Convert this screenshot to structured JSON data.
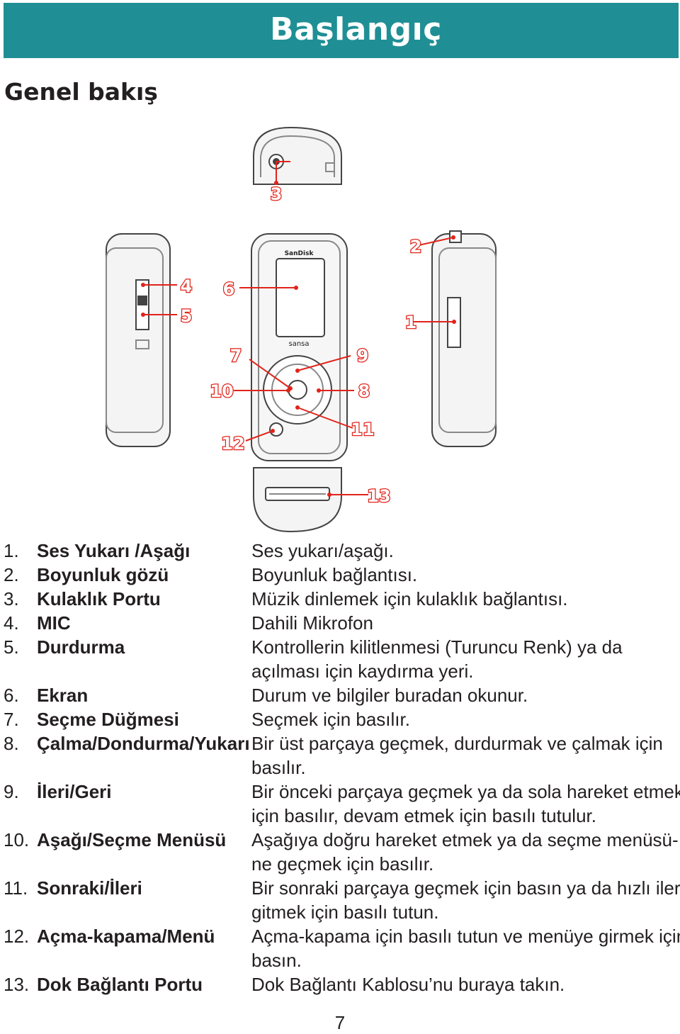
{
  "header": {
    "title": "Başlangıç"
  },
  "section": {
    "title": "Genel bakış"
  },
  "figure": {
    "brand_label": "SanDisk",
    "logo_label": "sansa",
    "callouts": [
      "1",
      "2",
      "3",
      "4",
      "5",
      "6",
      "7",
      "8",
      "9",
      "10",
      "11",
      "12",
      "13"
    ],
    "callout_color": "#e2231a"
  },
  "parts": [
    {
      "number": "1.",
      "name": "Ses Yukarı /Aşağı",
      "lines": [
        "Ses yukarı/aşağı."
      ]
    },
    {
      "number": "2.",
      "name": "Boyunluk gözü",
      "lines": [
        "Boyunluk bağlantısı."
      ]
    },
    {
      "number": "3.",
      "name": "Kulaklık Portu",
      "lines": [
        "Müzik dinlemek için kulaklık bağlantısı."
      ]
    },
    {
      "number": "4.",
      "name": "MIC",
      "lines": [
        "Dahili Mikrofon"
      ]
    },
    {
      "number": "5.",
      "name": "Durdurma",
      "lines": [
        "Kontrollerin kilitlenmesi (Turuncu Renk) ya da",
        "açılması için kaydırma yeri."
      ]
    },
    {
      "number": "6.",
      "name": "Ekran",
      "lines": [
        "Durum ve bilgiler buradan okunur."
      ]
    },
    {
      "number": "7.",
      "name": "Seçme Düğmesi",
      "lines": [
        "Seçmek için basılır."
      ]
    },
    {
      "number": "8.",
      "name": "Çalma/Dondurma/Yukarı",
      "lines": [
        "Bir üst parçaya geçmek, durdurmak ve çalmak için",
        "basılır."
      ]
    },
    {
      "number": "9.",
      "name": "İleri/Geri",
      "lines": [
        "Bir önceki parçaya geçmek ya da sola hareket etmek",
        "için basılır, devam etmek için basılı tutulur."
      ]
    },
    {
      "number": "10.",
      "name": "Aşağı/Seçme Menüsü",
      "lines": [
        "Aşağıya doğru hareket etmek ya da seçme menüsü-",
        "ne geçmek için basılır."
      ]
    },
    {
      "number": "11.",
      "name": "Sonraki/İleri",
      "lines": [
        "Bir sonraki parçaya geçmek için basın ya da hızlı ileri",
        "gitmek için basılı tutun."
      ]
    },
    {
      "number": "12.",
      "name": "Açma-kapama/Menü",
      "lines": [
        "Açma-kapama için basılı tutun ve menüye girmek için",
        "basın."
      ]
    },
    {
      "number": "13.",
      "name": "Dok Bağlantı Portu",
      "lines": [
        "Dok Bağlantı Kablosu’nu buraya takın."
      ]
    }
  ],
  "footer": {
    "page_number": "7"
  }
}
